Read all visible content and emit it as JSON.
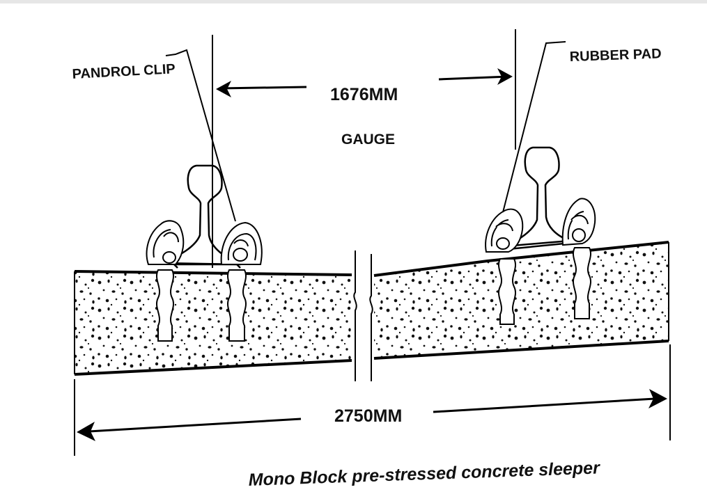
{
  "labels": {
    "pandrol_clip": "PANDROL CLIP",
    "rubber_pad": "RUBBER PAD",
    "gauge_value": "1676MM",
    "gauge_word": "GAUGE",
    "length_value": "2750MM"
  },
  "caption": "Mono Block pre-stressed  concrete sleeper"
}
